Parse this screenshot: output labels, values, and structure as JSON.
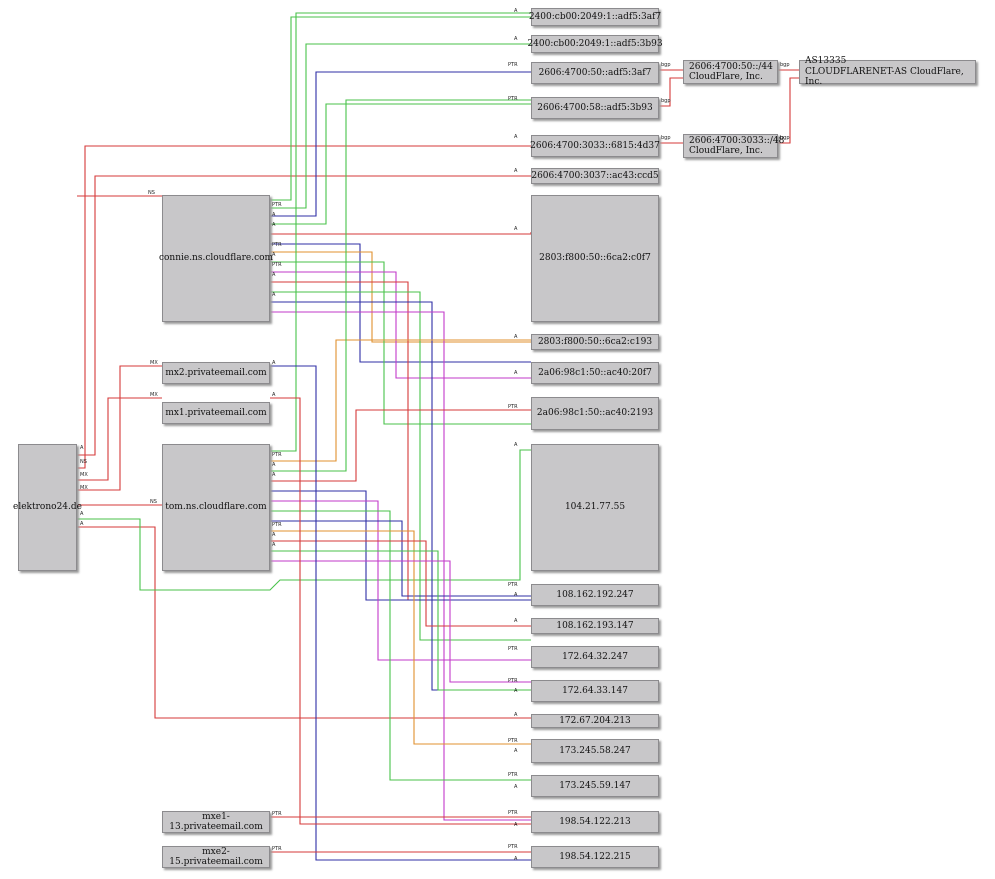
{
  "nodes": {
    "elektrono24": "elektrono24.de",
    "connie": "connie.ns.cloudflare.com",
    "tom": "tom.ns.cloudflare.com",
    "mx2": "mx2.privateemail.com",
    "mx1": "mx1.privateemail.com",
    "mxe1": "mxe1-13.privateemail.com",
    "mxe2": "mxe2-15.privateemail.com",
    "ip6_1": "2400:cb00:2049:1::adf5:3af7",
    "ip6_2": "2400:cb00:2049:1::adf5:3b93",
    "ip6_3": "2606:4700:50::adf5:3af7",
    "ip6_4": "2606:4700:58::adf5:3b93",
    "ip6_5": "2606:4700:3033::6815:4d37",
    "ip6_6": "2606:4700:3037::ac43:ccd5",
    "ip6_7": "2803:f800:50::6ca2:c0f7",
    "ip6_8": "2803:f800:50::6ca2:c193",
    "ip6_9": "2a06:98c1:50::ac40:20f7",
    "ip6_10": "2a06:98c1:50::ac40:2193",
    "ip4_1": "104.21.77.55",
    "ip4_2": "108.162.192.247",
    "ip4_3": "108.162.193.147",
    "ip4_4": "172.64.32.247",
    "ip4_5": "172.64.33.147",
    "ip4_6": "172.67.204.213",
    "ip4_7": "173.245.58.247",
    "ip4_8": "173.245.59.147",
    "ip4_9": "198.54.122.213",
    "ip4_10": "198.54.122.215",
    "net1": "2606:4700:50::/44\nCloudFlare, Inc.",
    "net2": "2606:4700:3033::/48\nCloudFlare, Inc.",
    "as": "AS13335\nCLOUDFLARENET-AS CloudFlare, Inc."
  },
  "edge_labels": {
    "a": "A",
    "ns": "NS",
    "mx": "MX",
    "ptr": "PTR",
    "bgp": "bgp"
  },
  "colors": {
    "red": "#d63a3a",
    "green": "#48c24a",
    "blue": "#2f2fa6",
    "orange": "#e0912f",
    "magenta": "#c23ac9",
    "node_fill": "#c8c7c9"
  }
}
